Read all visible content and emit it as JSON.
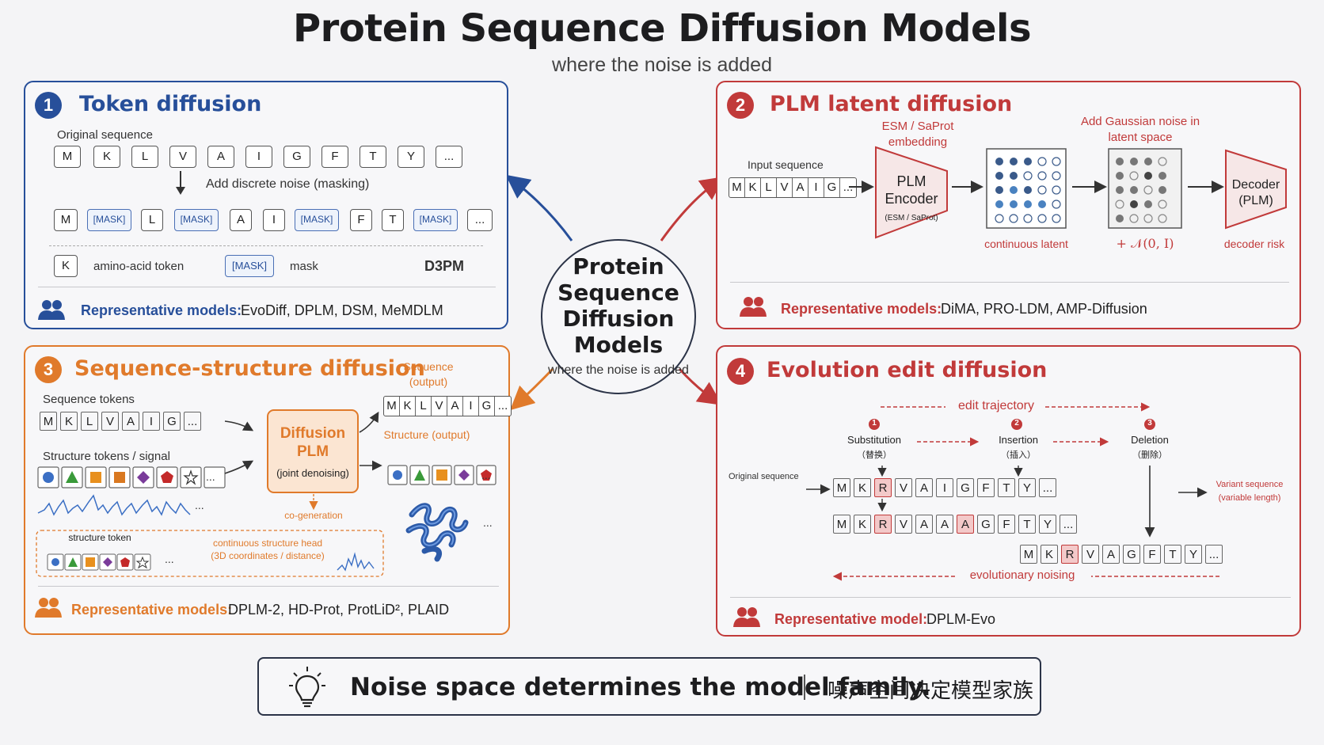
{
  "title": "Protein Sequence Diffusion Models",
  "subtitle": "where  the noise is added",
  "center": {
    "title": "Protein Sequence Diffusion Models",
    "subtitle": "where the noise is added"
  },
  "panel1": {
    "number": "1",
    "title": "Token diffusion",
    "original_label": "Original sequence",
    "original_tokens": [
      "M",
      "K",
      "L",
      "V",
      "A",
      "I",
      "G",
      "F",
      "T",
      "Y",
      "..."
    ],
    "noise_label": "Add discrete noise (masking)",
    "masked_tokens": [
      "M",
      "[MASK]",
      "L",
      "[MASK]",
      "A",
      "I",
      "[MASK]",
      "F",
      "T",
      "[MASK]",
      "..."
    ],
    "legend_token": "K",
    "legend_token_label": "amino-acid token",
    "legend_mask": "[MASK]",
    "legend_mask_label": "mask",
    "method": "D3PM",
    "rep_label": "Representative models:",
    "rep_models": "EvoDiff,  DPLM, DSM, MeMDLM"
  },
  "panel2": {
    "number": "2",
    "title": "PLM latent diffusion",
    "input_label": "Input sequence",
    "input_tokens": [
      "M",
      "K",
      "L",
      "V",
      "A",
      "I",
      "G",
      "..."
    ],
    "embedding_label": "ESM / SaProt embedding",
    "encoder_title": "PLM Encoder",
    "encoder_sub": "(ESM / SaProt)",
    "noise_label": "Add Gaussian noise in latent space",
    "latent_label": "continuous latent",
    "gaussian_label": "+ 𝒩(0, I)",
    "decoder_title": "Decoder (PLM)",
    "decoder_label": "decoder risk",
    "rep_label": "Representative models:",
    "rep_models": "DiMA, PRO-LDM, AMP-Diffusion"
  },
  "panel3": {
    "number": "3",
    "title": "Sequence-structure diffusion",
    "seq_label": "Sequence tokens",
    "seq_tokens": [
      "M",
      "K",
      "L",
      "V",
      "A",
      "I",
      "G",
      "..."
    ],
    "struct_label": "Structure tokens / signal",
    "diffusion_title": "Diffusion PLM",
    "diffusion_sub": "(joint denoising)",
    "coGen_label": "co-generation",
    "seq_out_label": "Sequence (output)",
    "seq_out_tokens": [
      "M",
      "K",
      "L",
      "V",
      "A",
      "I",
      "G",
      "..."
    ],
    "struct_out_label": "Structure (output)",
    "legend_struct": "structure token",
    "legend_cont": "continuous structure head (3D coordinates / distance)",
    "ellipsis": "...",
    "rep_label": "Representative models:",
    "rep_models": "DPLM-2,  HD-Prot,  ProtLiD², PLAID"
  },
  "panel4": {
    "number": "4",
    "title": "Evolution edit diffusion",
    "trajectory_label": "edit trajectory",
    "steps": [
      {
        "n": "1",
        "en": "Substitution",
        "cn": "（替换）"
      },
      {
        "n": "2",
        "en": "Insertion",
        "cn": "（插入）"
      },
      {
        "n": "3",
        "en": "Deletion",
        "cn": "（删除）"
      }
    ],
    "original_label": "Original sequence",
    "row1": [
      "M",
      "K",
      "R",
      "V",
      "A",
      "I",
      "G",
      "F",
      "T",
      "Y",
      "..."
    ],
    "row2": [
      "M",
      "K",
      "R",
      "V",
      "A",
      "A",
      "A",
      "G",
      "F",
      "T",
      "Y",
      "..."
    ],
    "row3": [
      "M",
      "K",
      "R",
      "V",
      "A",
      "G",
      "F",
      "T",
      "Y",
      "..."
    ],
    "variant_label": "Variant sequence (variable length)",
    "noising_label": "evolutionary noising",
    "rep_label": "Representative model:",
    "rep_models": "DPLM-Evo"
  },
  "bottom": {
    "main": "Noise space determines the model family.",
    "cn": "噪声空间决定模型家族"
  },
  "colors": {
    "blue": "#274f9a",
    "red": "#c13a3a",
    "orange": "#e07a2b",
    "dark": "#2b3347"
  }
}
